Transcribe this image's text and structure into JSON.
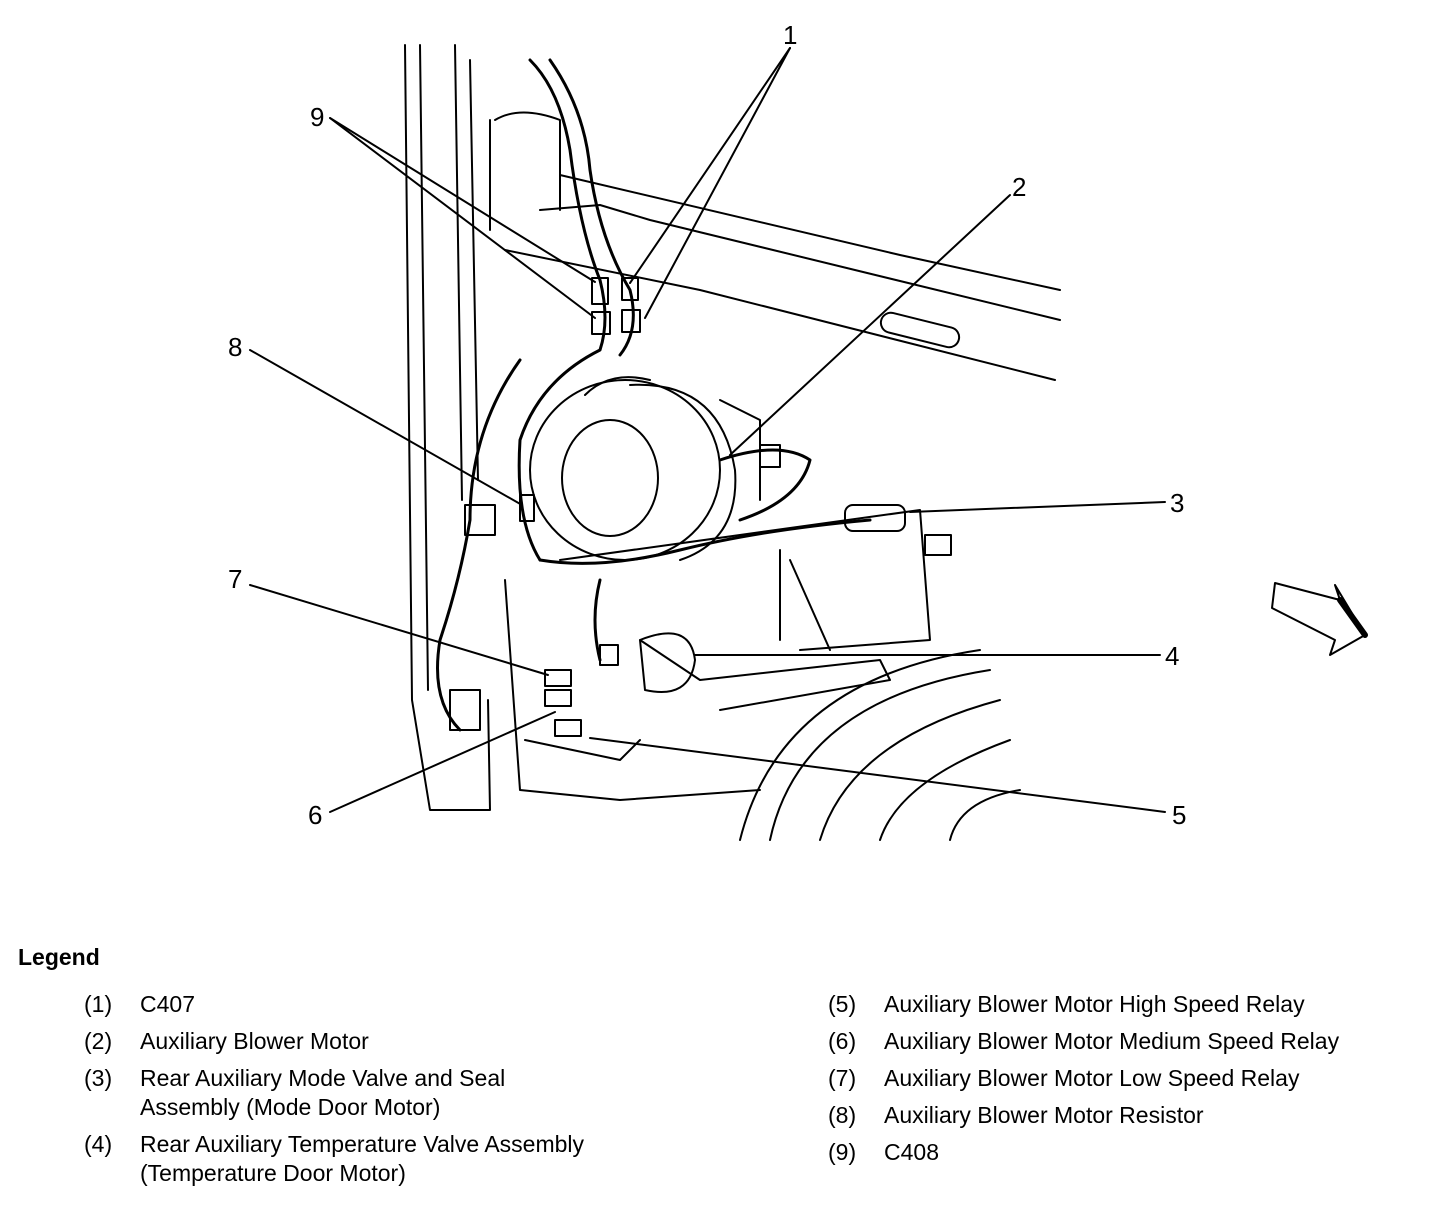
{
  "diagram": {
    "callouts": [
      "1",
      "2",
      "3",
      "4",
      "5",
      "6",
      "7",
      "8",
      "9"
    ]
  },
  "legend": {
    "title": "Legend",
    "items": [
      {
        "num": "(1)",
        "text": "C407"
      },
      {
        "num": "(2)",
        "text": "Auxiliary Blower Motor"
      },
      {
        "num": "(3)",
        "text": "Rear Auxiliary Mode Valve and Seal Assembly (Mode Door Motor)"
      },
      {
        "num": "(4)",
        "text": "Rear Auxiliary Temperature Valve Assembly (Temperature Door Motor)"
      },
      {
        "num": "(5)",
        "text": "Auxiliary Blower Motor High Speed Relay"
      },
      {
        "num": "(6)",
        "text": "Auxiliary Blower Motor Medium Speed Relay"
      },
      {
        "num": "(7)",
        "text": "Auxiliary Blower Motor Low Speed Relay"
      },
      {
        "num": "(8)",
        "text": "Auxiliary Blower Motor Resistor"
      },
      {
        "num": "(9)",
        "text": "C408"
      }
    ]
  }
}
